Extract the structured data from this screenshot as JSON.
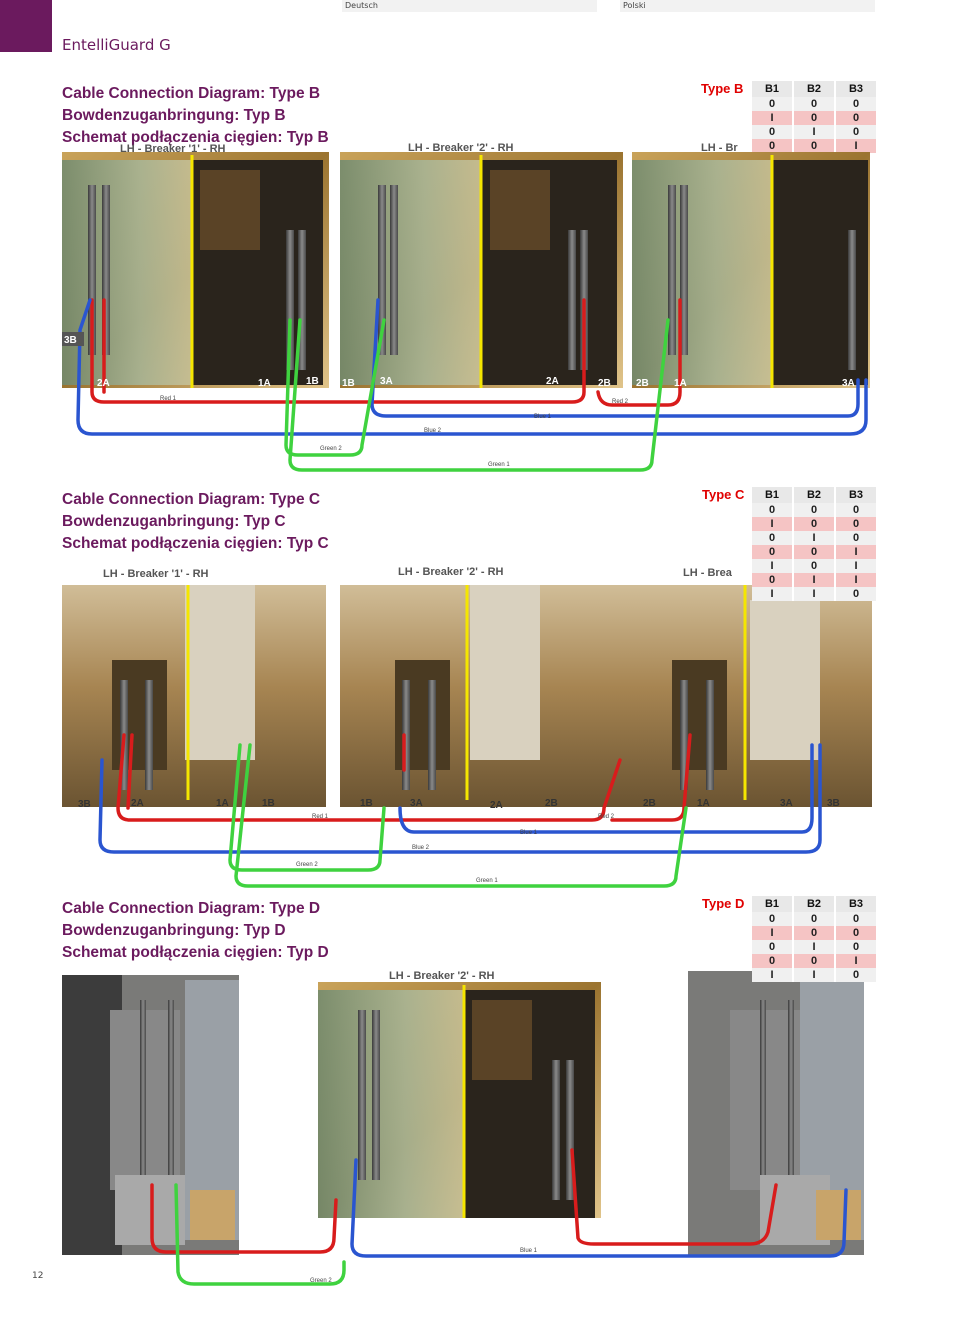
{
  "header": {
    "lang_left": "Deutsch",
    "lang_right": "Polski",
    "brand": "EntelliGuard G",
    "accent_color": "#6b1a5e"
  },
  "sections": [
    {
      "heading": [
        "Cable Connection Diagram:   Type B",
        "Bowdenzuganbringung:   Typ B",
        "Schemat podłączenia cięgien: Typ B"
      ],
      "type_label": "Type B",
      "table": {
        "headers": [
          "B1",
          "B2",
          "B3"
        ],
        "rows": [
          [
            "0",
            "0",
            "0"
          ],
          [
            "I",
            "0",
            "0"
          ],
          [
            "0",
            "I",
            "0"
          ],
          [
            "0",
            "0",
            "I"
          ]
        ]
      },
      "photo_captions": [
        "LH -  Breaker '1' - RH",
        "LH -  Breaker '2' - RH",
        "LH -  Br"
      ],
      "terminal_labels": [
        "3B",
        "2A",
        "1A",
        "1B",
        "1B",
        "3A",
        "2A",
        "2B",
        "2B",
        "1A",
        "3A"
      ],
      "cable_labels": [
        "Red 1",
        "Blue 1",
        "Red 2",
        "Blue 2",
        "Green 2",
        "Green 1"
      ]
    },
    {
      "heading": [
        "Cable Connection Diagram:   Type C",
        "Bowdenzuganbringung:   Typ C",
        "Schemat podłączenia cięgien: Typ C"
      ],
      "type_label": "Type C",
      "table": {
        "headers": [
          "B1",
          "B2",
          "B3"
        ],
        "rows": [
          [
            "0",
            "0",
            "0"
          ],
          [
            "I",
            "0",
            "0"
          ],
          [
            "0",
            "I",
            "0"
          ],
          [
            "0",
            "0",
            "I"
          ],
          [
            "I",
            "0",
            "I"
          ],
          [
            "0",
            "I",
            "I"
          ],
          [
            "I",
            "I",
            "0"
          ]
        ]
      },
      "photo_captions": [
        "LH -  Breaker '1' - RH",
        "LH -  Breaker '2' - RH",
        "LH -  Brea"
      ],
      "terminal_labels": [
        "3B",
        "2A",
        "1A",
        "1B",
        "1B",
        "3A",
        "2A",
        "2B",
        "2B",
        "1A",
        "3A",
        "3B"
      ],
      "cable_labels": [
        "Red 1",
        "Blue 1",
        "Red 2",
        "Blue 2",
        "Green 2",
        "Green 1"
      ]
    },
    {
      "heading": [
        "Cable Connection Diagram:   Type D",
        "Bowdenzuganbringung:   Typ D",
        "Schemat podłączenia cięgien: Typ D"
      ],
      "type_label": "Type D",
      "table": {
        "headers": [
          "B1",
          "B2",
          "B3"
        ],
        "rows": [
          [
            "0",
            "0",
            "0"
          ],
          [
            "I",
            "0",
            "0"
          ],
          [
            "0",
            "I",
            "0"
          ],
          [
            "0",
            "0",
            "I"
          ],
          [
            "I",
            "I",
            "0"
          ]
        ]
      },
      "photo_captions": [
        "LH -  Breaker '2' - RH"
      ],
      "cable_labels": [
        "Blue 1",
        "Green 2"
      ]
    }
  ],
  "page_number": "12",
  "colors": {
    "label_red": "#e00000",
    "cable_red": "#d81c1c",
    "cable_blue": "#2a55d0",
    "cable_green": "#3fd23f",
    "guide_yellow": "#f5e600"
  }
}
